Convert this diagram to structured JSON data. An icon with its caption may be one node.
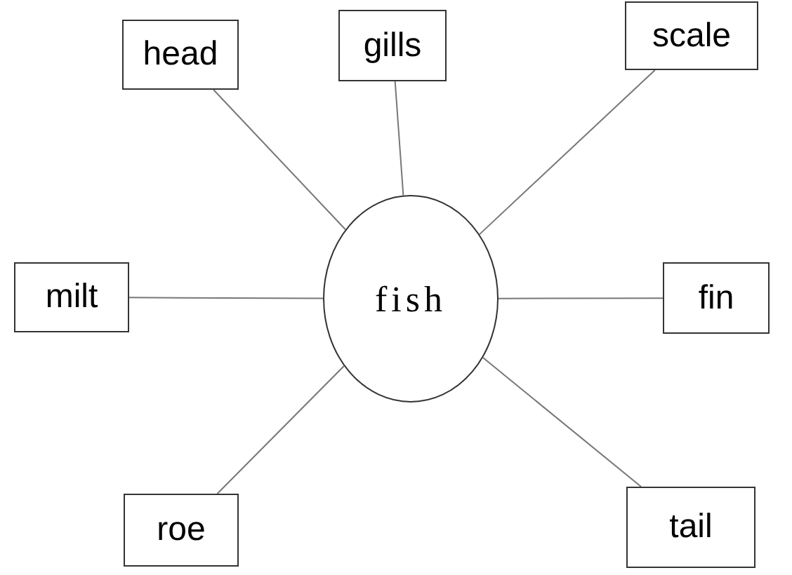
{
  "diagram": {
    "nodes": [
      {
        "text": [
          "head"
        ]
      },
      {
        "text": [
          "gills"
        ]
      },
      {
        "text": [
          "scale"
        ]
      },
      {
        "text": [
          "milt"
        ]
      },
      {
        "text": [
          "fish"
        ]
      },
      {
        "text": [
          "fin"
        ]
      },
      {
        "text": [
          "roe"
        ]
      },
      {
        "text": [
          "tail"
        ]
      }
    ],
    "edges": [
      {
        "from": 4,
        "to": 0,
        "arrow": "none"
      },
      {
        "from": 4,
        "to": 1,
        "arrow": "none"
      },
      {
        "from": 4,
        "to": 2,
        "arrow": "none"
      },
      {
        "from": 4,
        "to": 3,
        "arrow": "none"
      },
      {
        "from": 4,
        "to": 5,
        "arrow": "none"
      },
      {
        "from": 4,
        "to": 6,
        "arrow": "none"
      },
      {
        "from": 4,
        "to": 7,
        "arrow": "none"
      }
    ]
  }
}
